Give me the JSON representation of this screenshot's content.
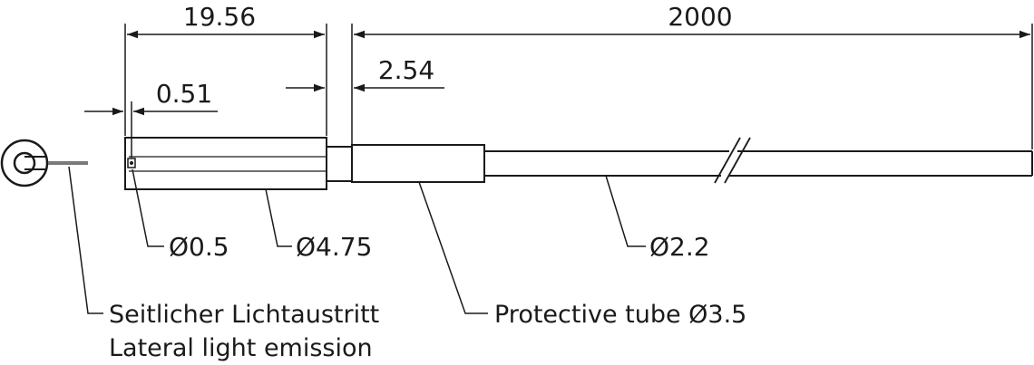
{
  "dimensions": {
    "overall_head_length": "19.56",
    "tip_offset": "0.51",
    "cable_length": "2000",
    "collar_length": "2.54",
    "fiber_diameter": "Ø0.5",
    "head_diameter": "Ø4.75",
    "cable_diameter": "Ø2.2"
  },
  "labels": {
    "tube": "Protective tube Ø3.5",
    "lateral_de": "Seitlicher Lichtaustritt",
    "lateral_en": "Lateral light emission"
  },
  "colors": {
    "line": "#1a1a1a",
    "fiber": "#7a7a7a",
    "background": "#ffffff"
  }
}
